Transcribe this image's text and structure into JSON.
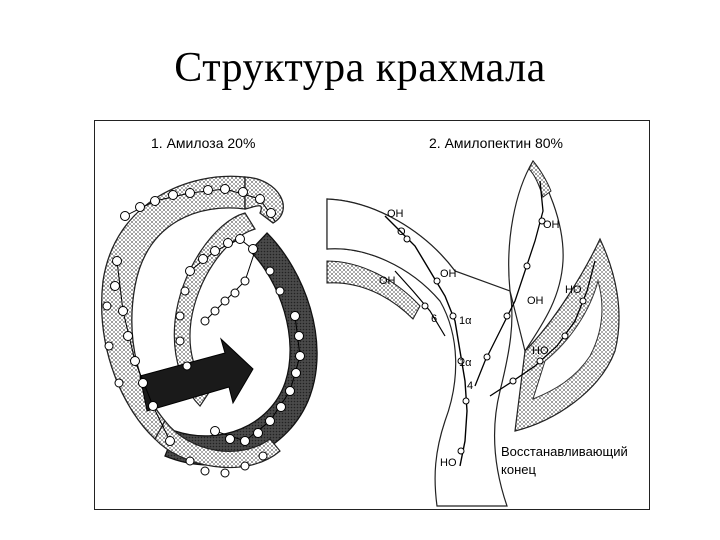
{
  "slide": {
    "title": "Структура крахмала"
  },
  "diagram": {
    "amylose_label": "1. Амилоза 20%",
    "amylopectin_label": "2. Амилопектин 80%",
    "reducing_end_line1": "Восстанавливающий",
    "reducing_end_line2": "конец",
    "atom_labels": {
      "oh": "OH",
      "ho": "HO",
      "o": "O",
      "pos_6": "6",
      "pos_4": "4",
      "bond_1a": "1α"
    }
  }
}
